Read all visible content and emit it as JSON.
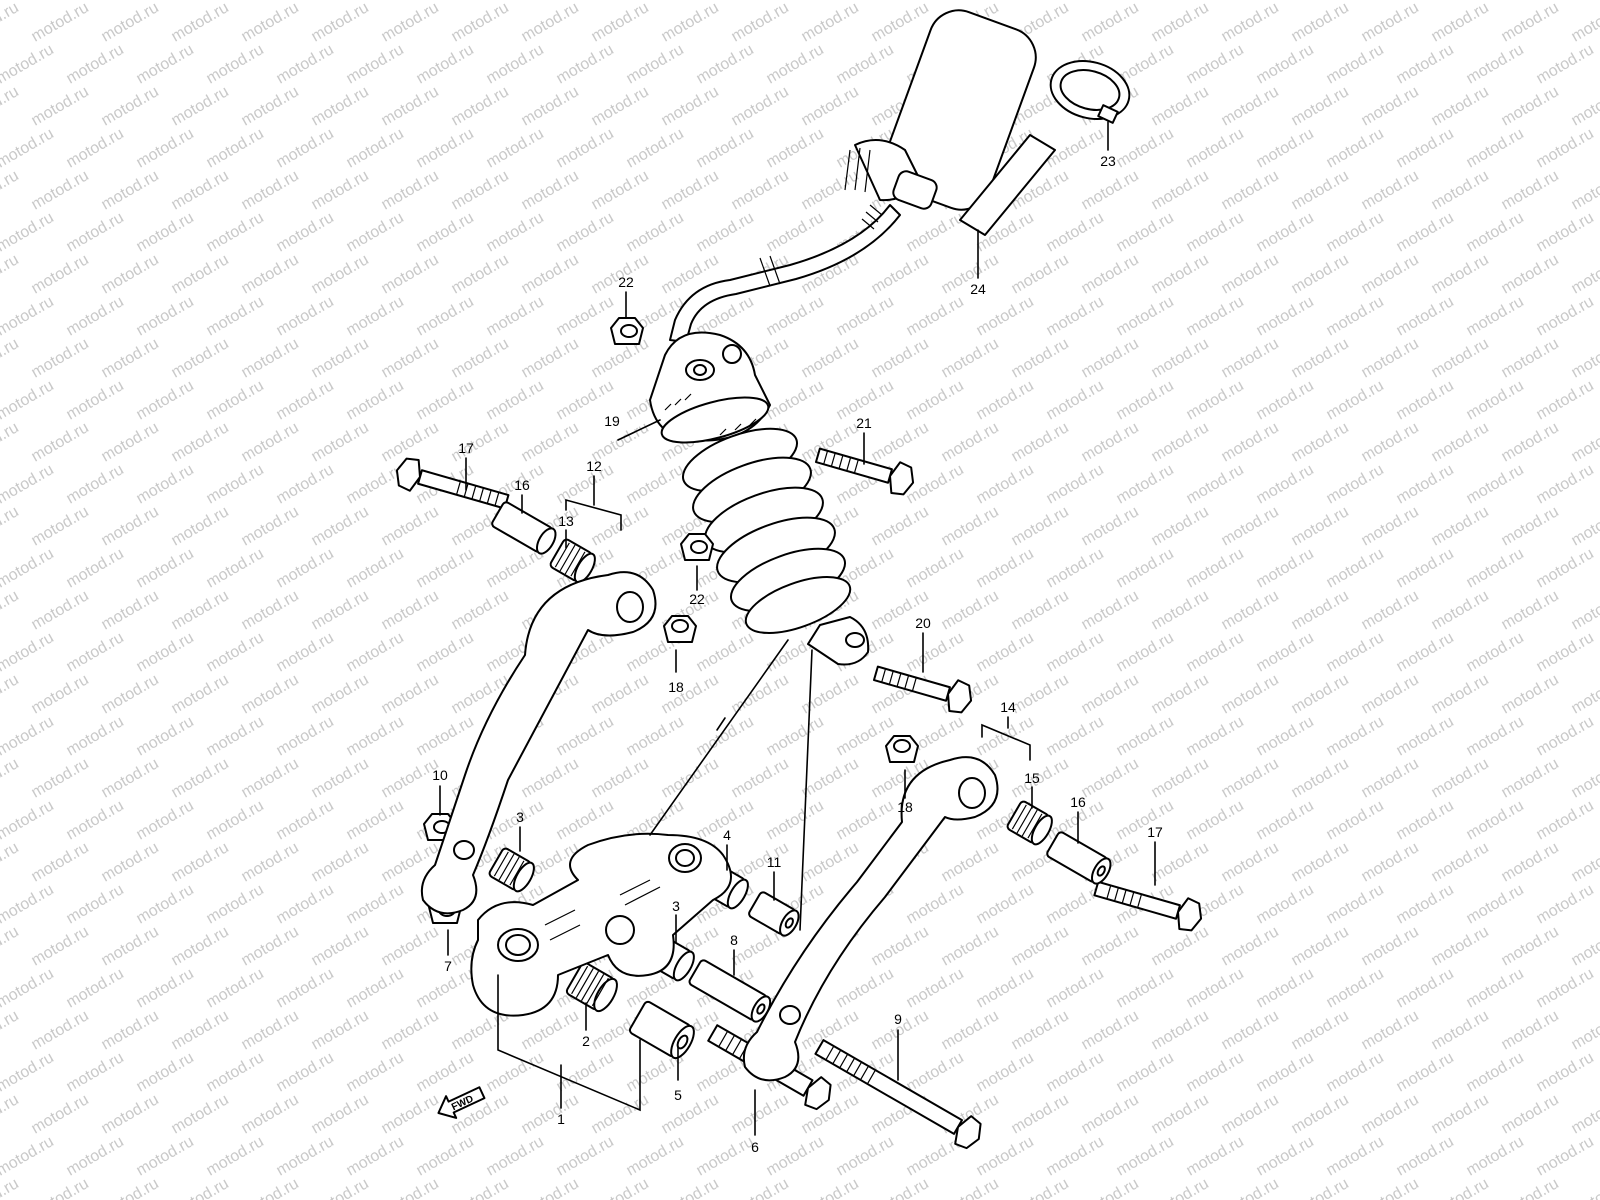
{
  "watermark": {
    "text": "motod.ru",
    "color": "#c9c9c9"
  },
  "direction_marker": {
    "text": "FWD",
    "icon": "arrow-left-icon"
  },
  "callouts": [
    "1",
    "2",
    "3",
    "3",
    "4",
    "5",
    "6",
    "7",
    "8",
    "9",
    "10",
    "11",
    "12",
    "13",
    "14",
    "15",
    "16",
    "16",
    "17",
    "17",
    "18",
    "18",
    "19",
    "20",
    "21",
    "22",
    "22",
    "23",
    "24"
  ],
  "colors": {
    "ink": "#000000",
    "paper": "#ffffff"
  }
}
